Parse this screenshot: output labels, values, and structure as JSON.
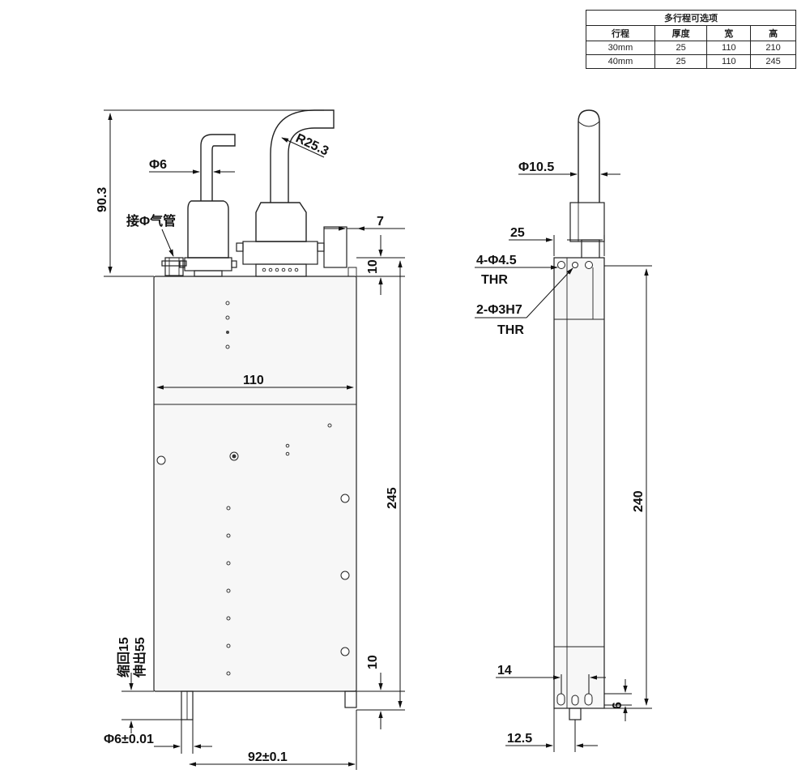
{
  "table": {
    "title": "多行程可选项",
    "headers": [
      "行程",
      "厚度",
      "宽",
      "高"
    ],
    "rows": [
      [
        "30mm",
        "25",
        "110",
        "210"
      ],
      [
        "40mm",
        "25",
        "110",
        "245"
      ]
    ]
  },
  "front_view": {
    "dim_phi6_top": "Φ6",
    "dim_radius": "R25.3",
    "dim_air_pipe": "接Φ气管",
    "dim_height_top": "90.3",
    "dim_width": "110",
    "dim_height": "245",
    "dim_7": "7",
    "dim_10_top": "10",
    "dim_10_bottom": "10",
    "dim_stroke_retract": "缩回15",
    "dim_stroke_extend": "伸出55",
    "dim_rod": "Φ6±0.01",
    "dim_92": "92±0.1"
  },
  "side_view": {
    "dim_phi105": "Φ10.5",
    "dim_25": "25",
    "dim_holes_45": "4-Φ4.5",
    "dim_thr_1": "THR",
    "dim_holes_3h7": "2-Φ3H7",
    "dim_thr_2": "THR",
    "dim_240": "240",
    "dim_14": "14",
    "dim_6": "6",
    "dim_125": "12.5"
  }
}
